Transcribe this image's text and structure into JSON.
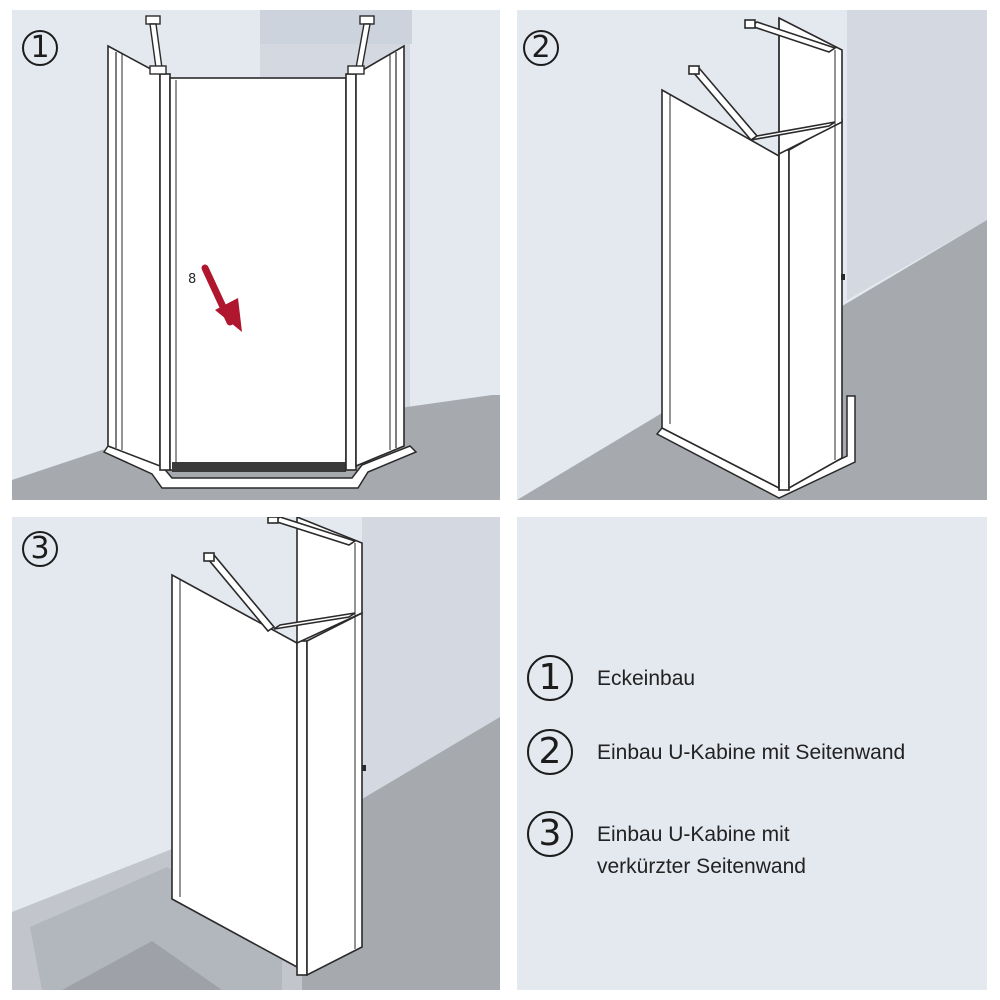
{
  "panels": [
    {
      "number": "1"
    },
    {
      "number": "2"
    },
    {
      "number": "3"
    }
  ],
  "legend": {
    "items": [
      {
        "number": "1",
        "label": "Eckeinbau"
      },
      {
        "number": "2",
        "label": "Einbau U-Kabine mit Seitenwand"
      },
      {
        "number": "3",
        "label": "Einbau U-Kabine mit\nverkürzter Seitenwand"
      }
    ]
  },
  "colors": {
    "background": "#e4e8ef",
    "wall": "#d3d8e1",
    "floor": "#a6a9ae",
    "glass": "#ffffff",
    "line": "#2a2a2a",
    "arrow": "#b0162d"
  },
  "icons": [
    "wall-bracket-icon",
    "door-knob-icon",
    "door-open-arrow-icon",
    "stabilizer-bar-icon"
  ]
}
